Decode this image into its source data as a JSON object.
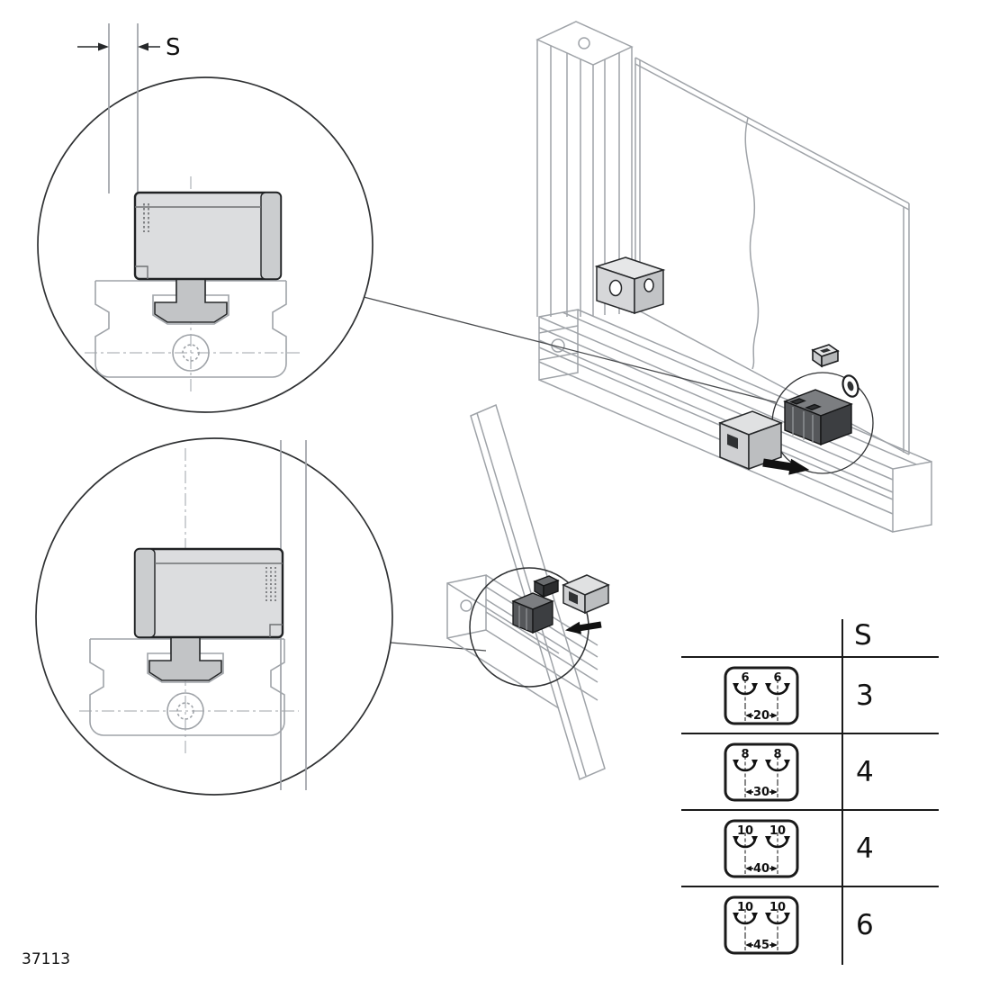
{
  "figure_number": "37113",
  "dimension": {
    "label": "S"
  },
  "table": {
    "header": "S",
    "rows": [
      {
        "slot_left": "6",
        "slot_right": "6",
        "pitch": "20",
        "s": "3"
      },
      {
        "slot_left": "8",
        "slot_right": "8",
        "pitch": "30",
        "s": "4"
      },
      {
        "slot_left": "10",
        "slot_right": "10",
        "pitch": "40",
        "s": "4"
      },
      {
        "slot_left": "10",
        "slot_right": "10",
        "pitch": "45",
        "s": "6"
      }
    ]
  },
  "icons": [
    "slot-pictogram-6-6-20",
    "slot-pictogram-8-8-30",
    "slot-pictogram-10-10-40",
    "slot-pictogram-10-10-45",
    "detail-circle-top-icon",
    "detail-circle-bottom-icon",
    "insert-direction-arrow-icon"
  ],
  "colors": {
    "background": "#ffffff",
    "line_light": "#9fa3a8",
    "line_dark": "#26282a",
    "block_fill": "#dcdddf",
    "block_fill_shade": "#c9cbcd",
    "part_dark": "#3c3e41",
    "text": "#111111"
  }
}
